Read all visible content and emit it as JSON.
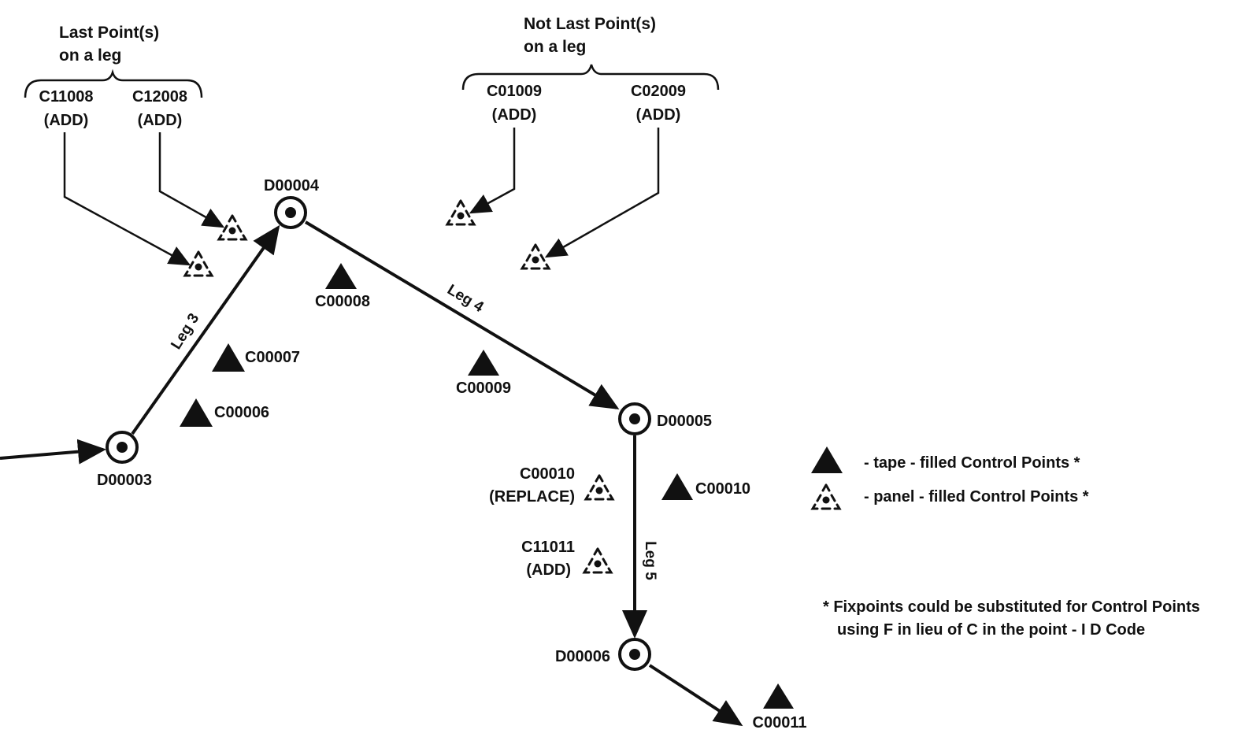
{
  "groups": {
    "last": {
      "line1": "Last Point(s)",
      "line2": "on a leg"
    },
    "not_last": {
      "line1": "Not Last Point(s)",
      "line2": "on a leg"
    }
  },
  "top_points": [
    {
      "id": "C11008",
      "action": "(ADD)"
    },
    {
      "id": "C12008",
      "action": "(ADD)"
    },
    {
      "id": "C01009",
      "action": "(ADD)"
    },
    {
      "id": "C02009",
      "action": "(ADD)"
    }
  ],
  "stations": [
    "D00003",
    "D00004",
    "D00005",
    "D00006"
  ],
  "legs": [
    "Leg 3",
    "Leg 4",
    "Leg 5"
  ],
  "tape_points": [
    "C00006",
    "C00007",
    "C00008",
    "C00009",
    "C00010",
    "C00011"
  ],
  "panel_points": [
    {
      "id": "C00010",
      "action": "(REPLACE)"
    },
    {
      "id": "C11011",
      "action": "(ADD)"
    }
  ],
  "legend": {
    "tape": "- tape - filled Control Points *",
    "panel": "- panel - filled Control Points *"
  },
  "footnote": {
    "line1": "* Fixpoints could be substituted for Control Points",
    "line2": "using F in lieu of C in the point - I D Code"
  },
  "colors": {
    "ink": "#111111",
    "background": "#ffffff"
  },
  "icons": {
    "tape": "filled-triangle-icon",
    "panel": "dotted-triangle-icon",
    "station": "target-circle-icon"
  }
}
